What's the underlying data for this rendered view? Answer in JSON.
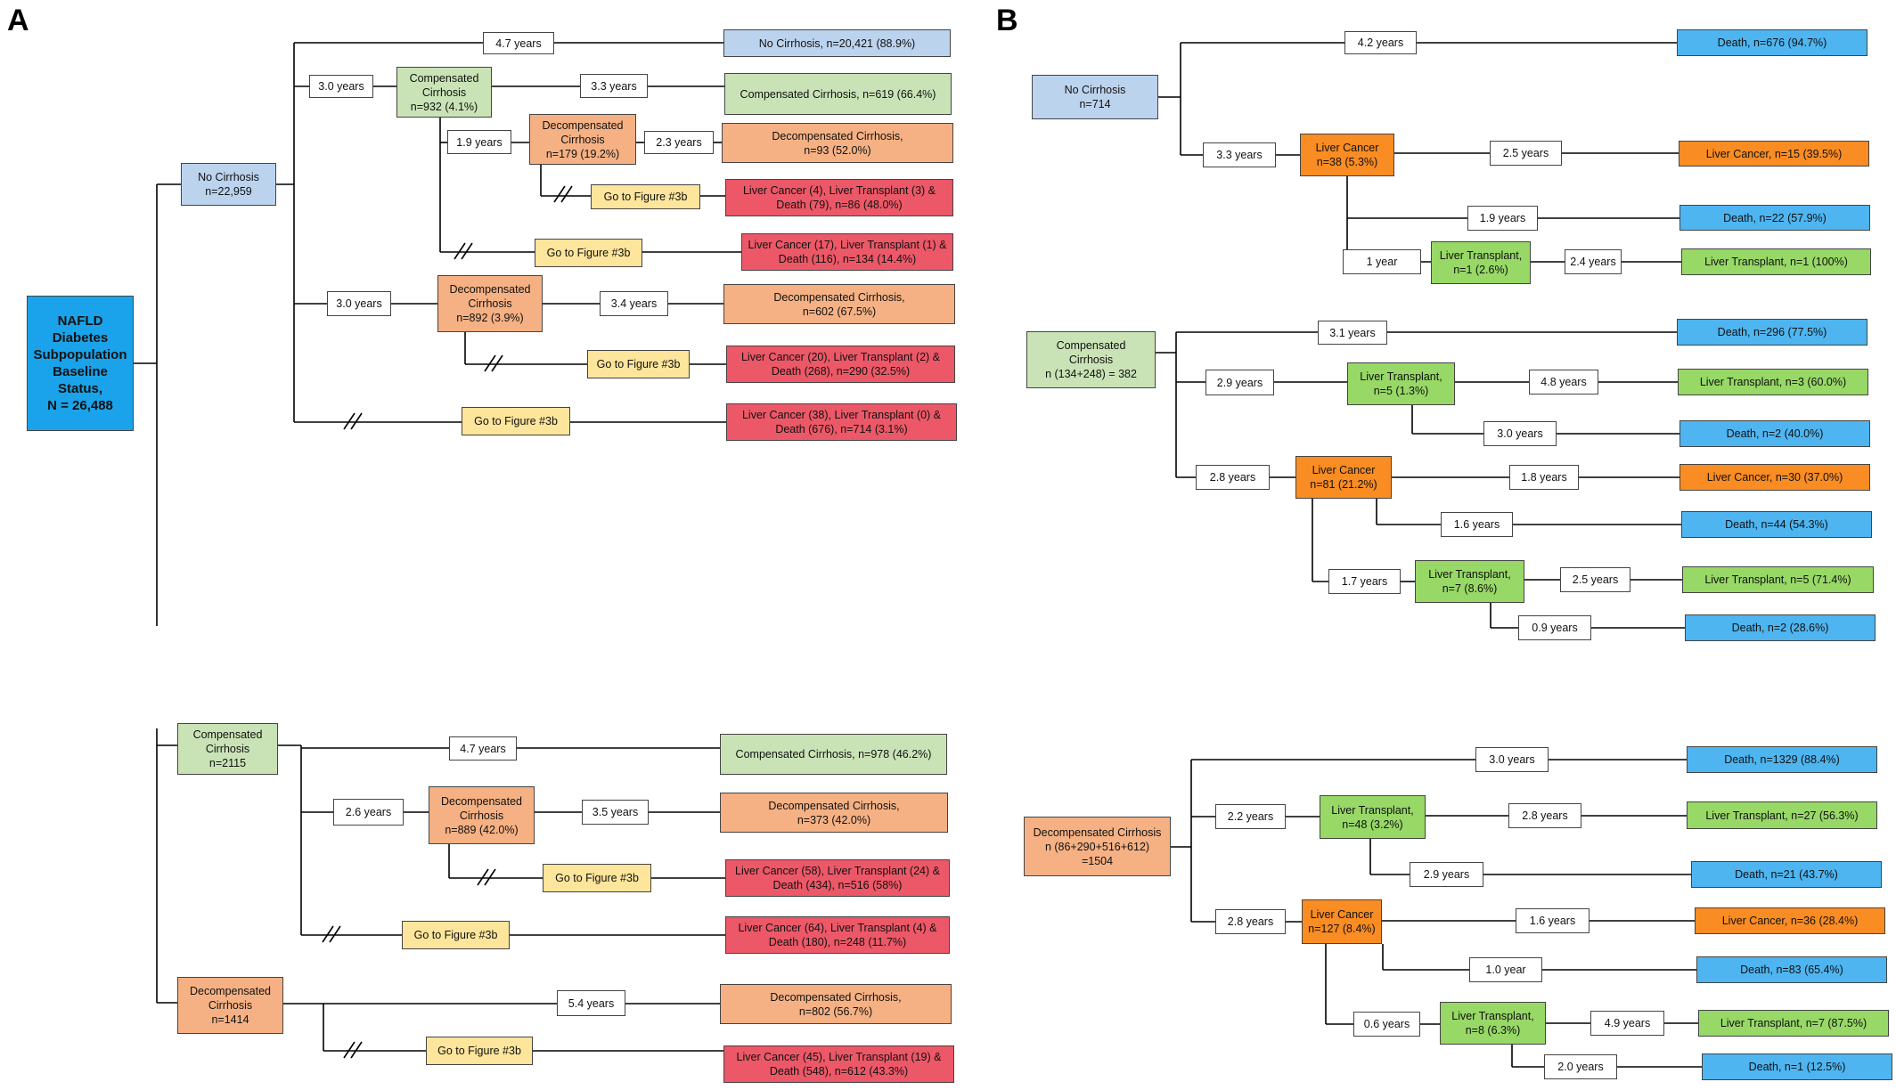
{
  "panels": {
    "a": "A",
    "b": "B"
  },
  "nodes": {
    "A_root": "NAFLD\nDiabetes\nSubpopulation\nBaseline\nStatus,\nN = 26,488",
    "A_nc": "No Cirrhosis\nn=22,959",
    "A_nc_y1": "4.7 years",
    "A_nc_out1": "No Cirrhosis, n=20,421 (88.9%)",
    "A_nc_y2": "3.0 years",
    "A_nc_cc": "Compensated\nCirrhosis\nn=932 (4.1%)",
    "A_nc_cc_y1": "3.3 years",
    "A_nc_cc_out1": "Compensated Cirrhosis, n=619 (66.4%)",
    "A_nc_cc_y2": "1.9 years",
    "A_nc_cc_dc": "Decompensated\nCirrhosis\nn=179 (19.2%)",
    "A_nc_cc_dc_y": "2.3 years",
    "A_nc_cc_dc_out": "Decompensated Cirrhosis,\nn=93 (52.0%)",
    "A_nc_cc_dc_goto": "Go to Figure #3b",
    "A_nc_cc_dc_red": "Liver Cancer (4), Liver Transplant (3) &\nDeath (79), n=86 (48.0%)",
    "A_nc_cc_goto": "Go to Figure #3b",
    "A_nc_cc_red": "Liver Cancer (17), Liver Transplant (1) &\nDeath (116), n=134 (14.4%)",
    "A_nc_y3": "3.0 years",
    "A_nc_dc": "Decompensated\nCirrhosis\nn=892 (3.9%)",
    "A_nc_dc_y": "3.4 years",
    "A_nc_dc_out": "Decompensated Cirrhosis,\nn=602 (67.5%)",
    "A_nc_dc_goto": "Go to Figure #3b",
    "A_nc_dc_red": "Liver Cancer (20), Liver Transplant (2) &\nDeath (268), n=290 (32.5%)",
    "A_nc_goto": "Go to Figure #3b",
    "A_nc_red": "Liver Cancer (38), Liver Transplant (0) &\nDeath (676), n=714 (3.1%)",
    "A_cc": "Compensated\nCirrhosis\nn=2115",
    "A_cc_y1": "4.7 years",
    "A_cc_out1": "Compensated Cirrhosis, n=978 (46.2%)",
    "A_cc_y2": "2.6 years",
    "A_cc_dc": "Decompensated\nCirrhosis\nn=889 (42.0%)",
    "A_cc_dc_y": "3.5 years",
    "A_cc_dc_out": "Decompensated Cirrhosis,\nn=373 (42.0%)",
    "A_cc_dc_goto": "Go to Figure #3b",
    "A_cc_dc_red": "Liver Cancer (58), Liver Transplant (24) &\nDeath (434), n=516 (58%)",
    "A_cc_goto": "Go to Figure #3b",
    "A_cc_red": "Liver Cancer (64), Liver Transplant (4) &\nDeath (180), n=248 (11.7%)",
    "A_dc": "Decompensated\nCirrhosis\nn=1414",
    "A_dc_y": "5.4 years",
    "A_dc_out": "Decompensated Cirrhosis,\nn=802 (56.7%)",
    "A_dc_goto": "Go to Figure #3b",
    "A_dc_red": "Liver Cancer (45), Liver Transplant (19) &\nDeath (548), n=612 (43.3%)",
    "B1_root": "No Cirrhosis\nn=714",
    "B1_y1": "4.2 years",
    "B1_d1": "Death, n=676 (94.7%)",
    "B1_y2": "3.3 years",
    "B1_lc": "Liver Cancer\nn=38 (5.3%)",
    "B1_lc_y1": "2.5 years",
    "B1_lc_out": "Liver Cancer, n=15 (39.5%)",
    "B1_lc_y2": "1.9 years",
    "B1_lc_d": "Death, n=22 (57.9%)",
    "B1_lc_y3": "1 year",
    "B1_lt": "Liver Transplant,\nn=1 (2.6%)",
    "B1_lt_y": "2.4 years",
    "B1_lt_out": "Liver Transplant, n=1 (100%)",
    "B2_root": "Compensated\nCirrhosis\nn (134+248) = 382",
    "B2_y1": "3.1 years",
    "B2_d1": "Death, n=296 (77.5%)",
    "B2_y2": "2.9 years",
    "B2_lt": "Liver Transplant,\nn=5 (1.3%)",
    "B2_lt_y1": "4.8 years",
    "B2_lt_out": "Liver Transplant, n=3 (60.0%)",
    "B2_lt_y2": "3.0 years",
    "B2_lt_d": "Death, n=2 (40.0%)",
    "B2_y3": "2.8 years",
    "B2_lc": "Liver Cancer\nn=81 (21.2%)",
    "B2_lc_y1": "1.8 years",
    "B2_lc_out": "Liver Cancer, n=30 (37.0%)",
    "B2_lc_y2": "1.6 years",
    "B2_lc_d": "Death, n=44 (54.3%)",
    "B2_lc_y3": "1.7 years",
    "B2_lc_lt": "Liver Transplant,\nn=7 (8.6%)",
    "B2_lc_lt_y1": "2.5 years",
    "B2_lc_lt_out": "Liver Transplant, n=5 (71.4%)",
    "B2_lc_lt_y2": "0.9 years",
    "B2_lc_lt_d": "Death, n=2 (28.6%)",
    "B3_root": "Decompensated Cirrhosis\nn (86+290+516+612)\n=1504",
    "B3_y1": "3.0 years",
    "B3_d1": "Death, n=1329 (88.4%)",
    "B3_y2": "2.2 years",
    "B3_lt": "Liver Transplant,\nn=48 (3.2%)",
    "B3_lt_y1": "2.8 years",
    "B3_lt_out": "Liver Transplant, n=27 (56.3%)",
    "B3_lt_y2": "2.9 years",
    "B3_lt_d": "Death, n=21 (43.7%)",
    "B3_y3": "2.8 years",
    "B3_lc": "Liver Cancer\nn=127 (8.4%)",
    "B3_lc_y1": "1.6 years",
    "B3_lc_out": "Liver Cancer, n=36 (28.4%)",
    "B3_lc_y2": "1.0 year",
    "B3_lc_d": "Death, n=83 (65.4%)",
    "B3_lc_y3": "0.6 years",
    "B3_lc_lt": "Liver Transplant,\nn=8 (6.3%)",
    "B3_lc_lt_y1": "4.9 years",
    "B3_lc_lt_out": "Liver Transplant, n=7 (87.5%)",
    "B3_lc_lt_y2": "2.0 years",
    "B3_lc_lt_d": "Death, n=1 (12.5%)"
  }
}
